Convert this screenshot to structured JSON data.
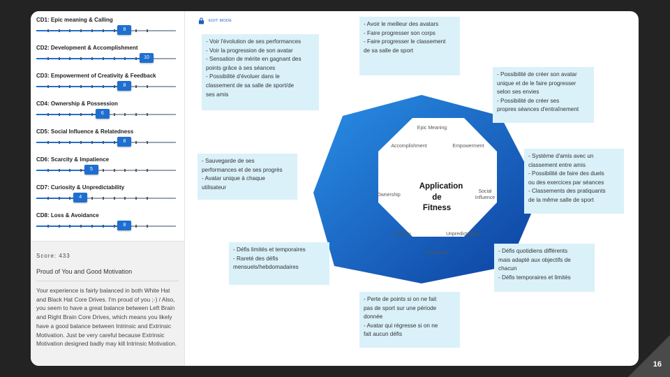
{
  "core_drives": [
    {
      "label": "CD1: Epic meaning & Calling",
      "value": 8
    },
    {
      "label": "CD2: Development & Accomplishment",
      "value": 10
    },
    {
      "label": "CD3: Empowerment of Creativity & Feedback",
      "value": 8
    },
    {
      "label": "CD4: Ownership & Possession",
      "value": 6
    },
    {
      "label": "CD5: Social Influence & Relatedness",
      "value": 8
    },
    {
      "label": "CD6: Scarcity & Impatience",
      "value": 5
    },
    {
      "label": "CD7: Curiosity & Unpredictability",
      "value": 4
    },
    {
      "label": "CD8: Loss & Avoidance",
      "value": 8
    }
  ],
  "slider_max": 10,
  "score": {
    "label": "Score: 433",
    "title": "Proud of You and Good Motivation",
    "text": "Your experience is fairly balanced in both White Hat and Black Hat Core Drives. I'm proud of you ;-) / Also, you seem to have a great balance between Left Brain and Right Brain Core Drives, which means you likely have a good balance between Intrinsic and Extrinsic Motivation. Just be very careful because Extrinsic Motivation designed badly may kill Intrinsic Motivation."
  },
  "edit_mode_label": "EDIT MODE",
  "edit_mode_icon": "lock-icon",
  "octagon": {
    "center_lines": [
      "Application",
      "de",
      "Fitness"
    ],
    "labels": {
      "epic_meaning": "Epic Meaning",
      "empowerment": "Empowerment",
      "social_1": "Social",
      "social_2": "Influence",
      "unpredictability": "Unpredictability",
      "avoidance": "Avoidance",
      "scarcity": "Scarcity",
      "ownership": "Ownership",
      "accomplishment": "Accomplishment"
    }
  },
  "notes": {
    "top": [
      "- Avoir le meilleur des avatars",
      "- Faire progresser son corps",
      "- Faire progresser le classement",
      "de sa salle de sport"
    ],
    "top_left": [
      "- Voir l'évolution de ses performances",
      "- Voir la progression de son avatar",
      "- Sensation de mérite en gagnant des",
      "points grâce à ses séances",
      "- Possibilité d'évoluer dans le",
      "classement de sa salle de sport/de",
      "ses amis"
    ],
    "top_right": [
      "- Possibilité de créer son avatar",
      "unique et de le faire progresser",
      "selon ses envies",
      "- Possibilité de créer ses",
      "propres séances d'entraînement"
    ],
    "left": [
      "- Sauvegarde de ses",
      "performances et de ses progrès",
      "- Avatar unique à chaque",
      "utilisateur"
    ],
    "right": [
      "- Système d'amis avec un",
      "classement entre amis",
      "- Possibilité de faire des duels",
      "ou des exercices par séances",
      "- Classements des pratiquants",
      "de la même salle de sport"
    ],
    "bottom_left": [
      "- Défis limités et temporaires",
      "- Rareté des défis",
      "mensuels/hebdomadaires"
    ],
    "bottom_right": [
      "- Défis quotidiens différents",
      "mais adapté aux objectifs de",
      "chacun",
      "- Défis temporaires et limités"
    ],
    "bottom": [
      "- Perte de points si on ne fait",
      "pas de sport sur une période",
      "donnée",
      "- Avatar qui régresse si on ne",
      "fait aucun défis"
    ]
  },
  "colors": {
    "accent": "#1e6fd0",
    "octagon_light": "#2a8fe6",
    "octagon_dark": "#0c3f9e",
    "note_bg": "#daf1f9"
  },
  "page_number": "16"
}
